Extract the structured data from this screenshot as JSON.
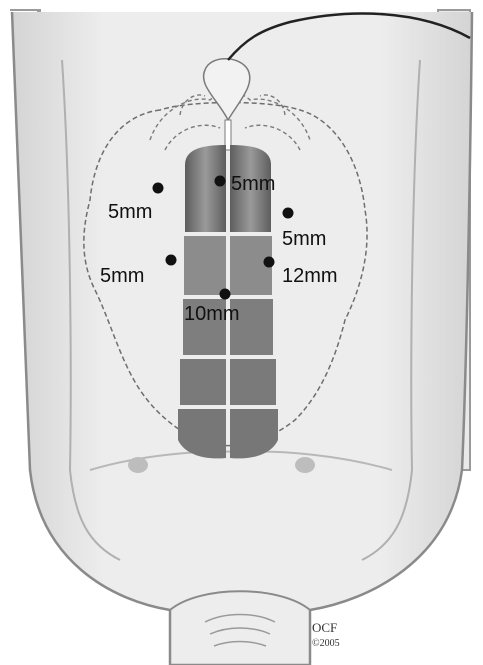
{
  "figure": {
    "subject": "abdominal wall with trocar port sites over the rectus abdominis",
    "ports": [
      {
        "label": "5mm"
      },
      {
        "label": "5mm"
      },
      {
        "label": "5mm"
      },
      {
        "label": "5mm"
      },
      {
        "label": "12mm"
      },
      {
        "label": "10mm"
      }
    ],
    "credit": {
      "line1": "OCF",
      "line2": "©2005"
    }
  },
  "colors": {
    "skin": "#e6e6e6",
    "outline": "#8a8a8a",
    "muscle": "#7a7a7a",
    "port_dot": "#111111",
    "label": "#111111"
  }
}
